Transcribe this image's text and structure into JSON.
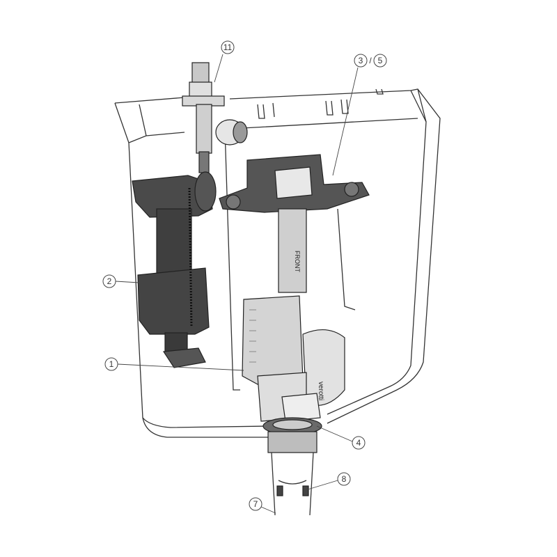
{
  "diagram": {
    "callouts": [
      {
        "id": "11",
        "label": "11"
      },
      {
        "id": "3",
        "label": "3"
      },
      {
        "id": "sep",
        "label": "/"
      },
      {
        "id": "5",
        "label": "5"
      },
      {
        "id": "2",
        "label": "2"
      },
      {
        "id": "1",
        "label": "1"
      },
      {
        "id": "4",
        "label": "4"
      },
      {
        "id": "8",
        "label": "8"
      },
      {
        "id": "7",
        "label": "7"
      }
    ],
    "part_text": {
      "front": "FRONT",
      "brand": "verotti"
    },
    "colors": {
      "outline": "#333333",
      "dark_part": "#4a4a4a",
      "light_part": "#d9d9d9",
      "mid_part": "#a8a8a8"
    }
  }
}
